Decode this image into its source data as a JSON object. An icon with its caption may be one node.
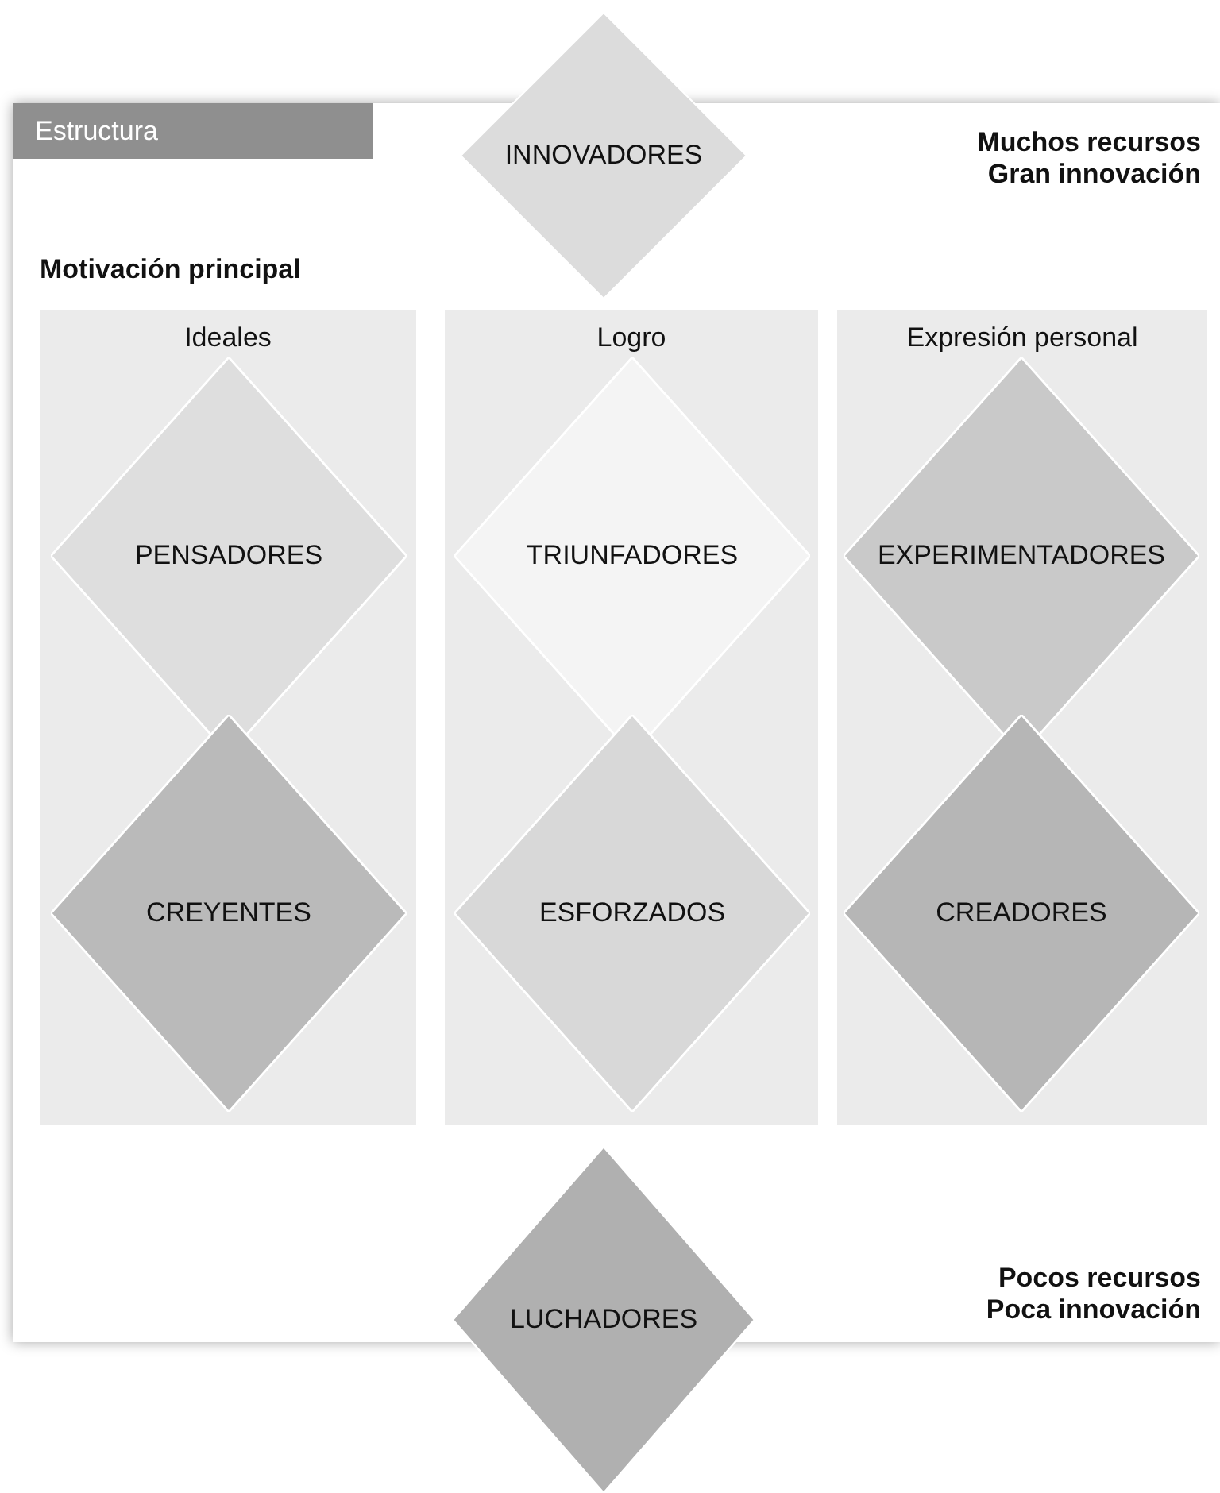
{
  "diagram": {
    "title": "Estructura",
    "nodes": [
      {
        "text": [
          "INNOVADORES"
        ]
      },
      {
        "text": [
          "Ideales"
        ]
      },
      {
        "text": [
          "PENSADORES"
        ],
        "in": 1
      },
      {
        "text": [
          "CREYENTES"
        ],
        "in": 1
      },
      {
        "text": [
          "Logro"
        ]
      },
      {
        "text": [
          "TRIUNFADORES"
        ],
        "in": 4
      },
      {
        "text": [
          "ESFORZADOS"
        ],
        "in": 4
      },
      {
        "text": [
          "Expresión personal"
        ]
      },
      {
        "text": [
          "EXPERIMENTADORES"
        ],
        "in": 7
      },
      {
        "text": [
          "CREADORES"
        ],
        "in": 7
      },
      {
        "text": [
          "LUCHADORES"
        ]
      }
    ],
    "labels": [
      "Muchos recursos Gran innovación",
      "Motivación principal",
      "Pocos recursos Poca innovación"
    ]
  }
}
